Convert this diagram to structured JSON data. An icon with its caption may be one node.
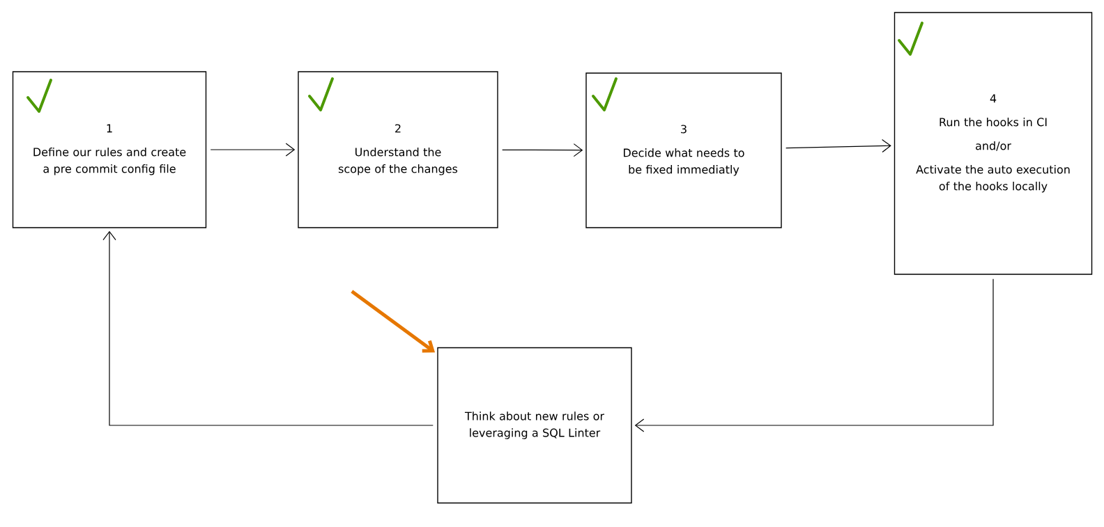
{
  "diagram": {
    "nodes": [
      {
        "text": [
          "1",
          "Define our rules and create a pre commit config file"
        ]
      },
      {
        "text": [
          "2",
          "Understand the scope of the changes"
        ]
      },
      {
        "text": [
          "3",
          "Decide what needs to be fixed immediatly"
        ]
      },
      {
        "text": [
          "4",
          "Run the hooks in CI",
          "and/or",
          "Activate the auto execution of the hooks locally"
        ]
      },
      {
        "text": [
          "Think about new rules or leveraging a SQL Linter"
        ]
      }
    ],
    "edges": [
      {
        "from": 0,
        "to": 1,
        "arrow": "to"
      },
      {
        "from": 1,
        "to": 2,
        "arrow": "to"
      },
      {
        "from": 2,
        "to": 3,
        "arrow": "to"
      },
      {
        "from": 3,
        "to": 4,
        "arrow": "to"
      },
      {
        "from": 4,
        "to": 0,
        "arrow": "to"
      },
      {
        "from": null,
        "to": 4,
        "arrow": "to",
        "style": "thick",
        "color": "#e67700"
      }
    ]
  }
}
